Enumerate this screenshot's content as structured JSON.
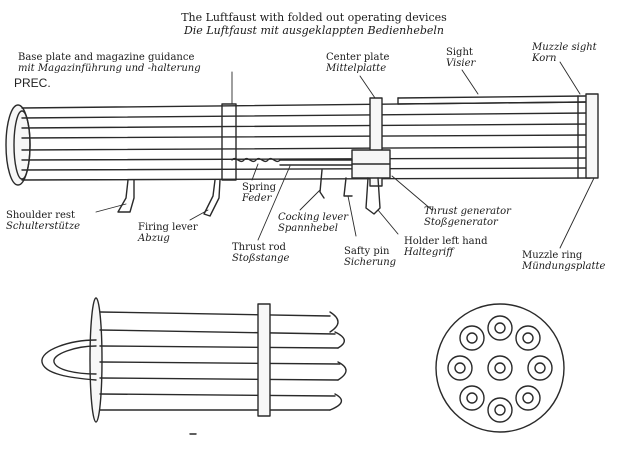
{
  "title": {
    "en": "The Luftfaust with folded out operating devices",
    "de": "Die Luftfaust mit ausgeklappten Bedienhebeln"
  },
  "badge": "PREC.",
  "labels": {
    "base_plate": {
      "en": "Base plate and magazine guidance",
      "de": "mit Magazinführung und -halterung"
    },
    "center_plate": {
      "en": "Center plate",
      "de": "Mittelplatte"
    },
    "sight": {
      "en": "Sight",
      "de": "Visier"
    },
    "muzzle_sight": {
      "en": "Muzzle sight",
      "de": "Korn"
    },
    "shoulder_rest": {
      "en": "Shoulder rest",
      "de": "Schulterstütze"
    },
    "firing_lever": {
      "en": "Firing lever",
      "de": "Abzug"
    },
    "spring": {
      "en": "Spring",
      "de": "Feder"
    },
    "thrust_rod": {
      "en": "Thrust rod",
      "de": "Stoßstange"
    },
    "cocking_lever": {
      "en": "Cocking lever",
      "de": "Spannhebel"
    },
    "safety_pin": {
      "en": "Safty pin",
      "de": "Sicherung"
    },
    "holder_left_hand": {
      "en": "Holder left hand",
      "de": "Haltegriff"
    },
    "thrust_generator": {
      "en": "Thrust generator",
      "de": "Stoßgenerator"
    },
    "muzzle_ring": {
      "en": "Muzzle ring",
      "de": "Mündungsplatte"
    }
  },
  "colors": {
    "ink": "#2a2a2a",
    "paper": "#ffffff",
    "tube_fill": "#f7f7f7"
  }
}
